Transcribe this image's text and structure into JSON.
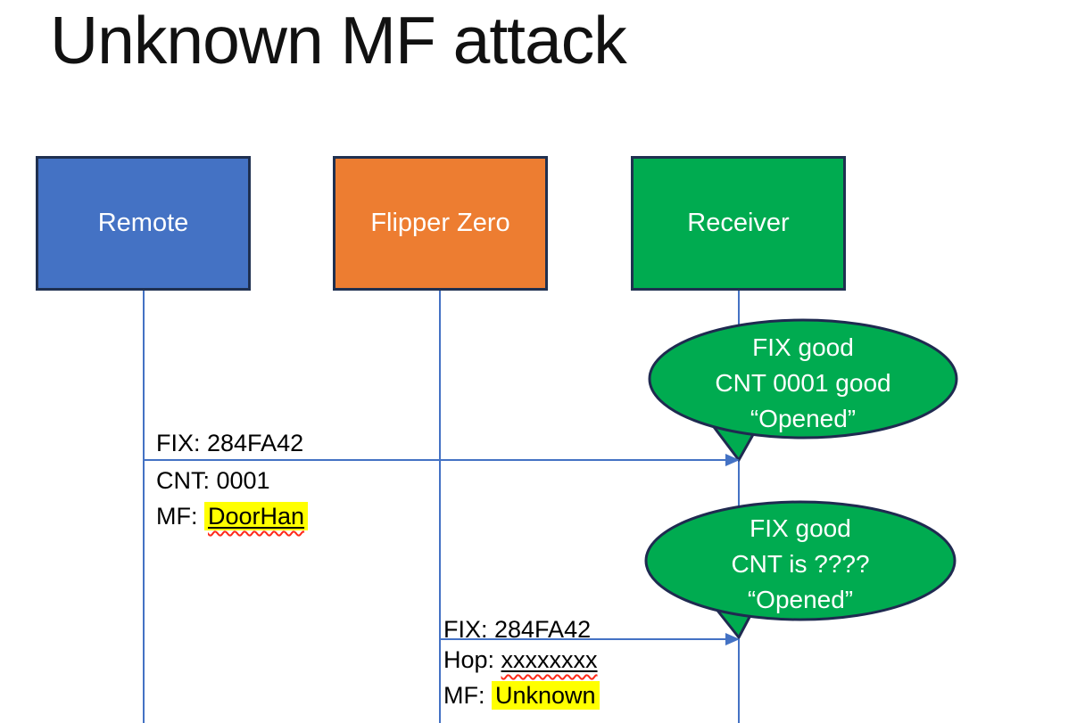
{
  "title": "Unknown MF attack",
  "actors": [
    {
      "label": "Remote",
      "fill": "#4472C4"
    },
    {
      "label": "Flipper Zero",
      "fill": "#ED7D31"
    },
    {
      "label": "Receiver",
      "fill": "#00AB50"
    }
  ],
  "messages": [
    {
      "line1": "FIX: 284FA42",
      "line2": "CNT: 0001",
      "line3_prefix": "MF: ",
      "line3_value": "DoorHan"
    },
    {
      "line1": "FIX: 284FA42",
      "line2_prefix": "Hop: ",
      "line2_value": "xxxxxxxx",
      "line3_prefix": "MF: ",
      "line3_value": "Unknown"
    }
  ],
  "bubbles": [
    {
      "lines": [
        "FIX good",
        "CNT 0001 good",
        "“Opened”"
      ]
    },
    {
      "lines": [
        "FIX good",
        "CNT is ????",
        "“Opened”"
      ]
    }
  ],
  "colors": {
    "shape_border": "#1F3050",
    "connector_blue": "#4472C4",
    "bubble_fill": "#00AB50",
    "bubble_border": "#1F2A50",
    "highlight_yellow": "#FFFF00",
    "spellcheck_red": "#FF2A1A",
    "title_color": "#111111",
    "slide_bg": "#FFFFFF"
  }
}
